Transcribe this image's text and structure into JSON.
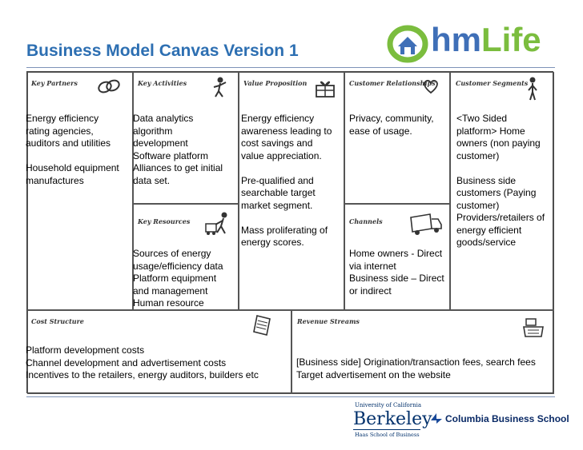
{
  "slide": {
    "title": "Business Model Canvas Version 1"
  },
  "logo": {
    "text_hm": "hm",
    "text_life": "Life"
  },
  "canvas": {
    "key_partners": {
      "header": "Key\nPartners",
      "text": "Energy efficiency\nrating agencies,\nauditors and utilities\n\nHousehold equipment\nmanufactures"
    },
    "key_activities": {
      "header": "Key\nActivities",
      "text": "Data analytics\nalgorithm\ndevelopment\nSoftware platform\nAlliances to get initial\ndata set."
    },
    "key_resources": {
      "header": "Key\nResources",
      "text": "Sources of energy\nusage/efficiency data\nPlatform equipment\nand management\nHuman resource"
    },
    "value_proposition": {
      "header": "Value\nProposition",
      "text": "Energy efficiency\nawareness leading to\ncost savings and\nvalue appreciation.\n\nPre-qualified and\nsearchable target\nmarket segment.\n\nMass proliferating of\nenergy scores."
    },
    "customer_relationships": {
      "header": "Customer\nRelationships",
      "text": "Privacy, community,\nease of usage."
    },
    "channels": {
      "header": "Channels",
      "text": "Home owners - Direct\nvia internet\nBusiness side – Direct\nor indirect"
    },
    "customer_segments": {
      "header": "Customer\nSegments",
      "text": "<Two Sided\nplatform> Home\nowners (non paying\ncustomer)\n\nBusiness side\ncustomers (Paying\ncustomer)\nProviders/retailers of\nenergy efficient\ngoods/service"
    },
    "cost_structure": {
      "header": "Cost\nStructure",
      "text": "Platform development costs\nChannel development and advertisement costs\nIncentives to the retailers, energy auditors, builders etc"
    },
    "revenue_streams": {
      "header": "Revenue\nStreams",
      "text": "[Business side] Origination/transaction fees, search fees\nTarget advertisement on the website"
    }
  },
  "footer": {
    "uc_line": "University of California",
    "berkeley": "Berkeley",
    "haas": "Haas School of Business",
    "cbs": "Columbia Business School"
  },
  "icons": {
    "key_partners": "chain-link-icon",
    "key_activities": "worker-icon",
    "value_proposition": "gift-icon",
    "customer_relationships": "heart-icon",
    "customer_segments": "person-icon",
    "key_resources": "worker-cart-icon",
    "channels": "truck-icon",
    "cost_structure": "receipt-icon",
    "revenue_streams": "cash-register-icon"
  },
  "colors": {
    "title": "#2d6fb2",
    "logo_blue": "#3f6fb7",
    "logo_green": "#7bbd3e"
  }
}
